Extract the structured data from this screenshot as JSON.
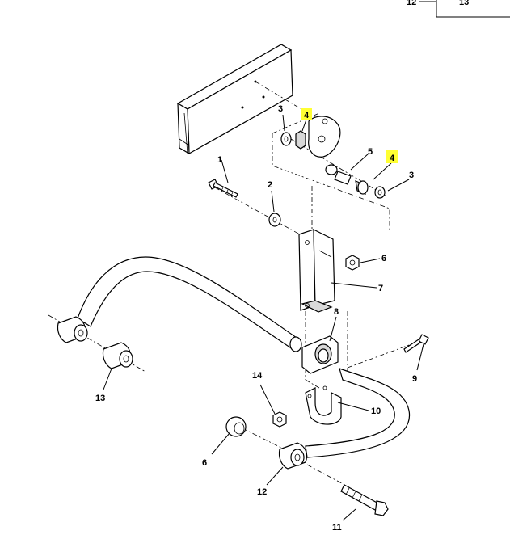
{
  "corner_labels": {
    "left": "12",
    "right": "13"
  },
  "callouts": {
    "c1": "1",
    "c2": "2",
    "c3a": "3",
    "c3b": "3",
    "c4a": "4",
    "c4b": "4",
    "c5": "5",
    "c6a": "6",
    "c6b": "6",
    "c7": "7",
    "c8": "8",
    "c9": "9",
    "c10": "10",
    "c11": "11",
    "c12": "12",
    "c13": "13",
    "c14": "14"
  },
  "colors": {
    "highlight": "#ffff33",
    "line": "#000000",
    "background": "#ffffff"
  }
}
